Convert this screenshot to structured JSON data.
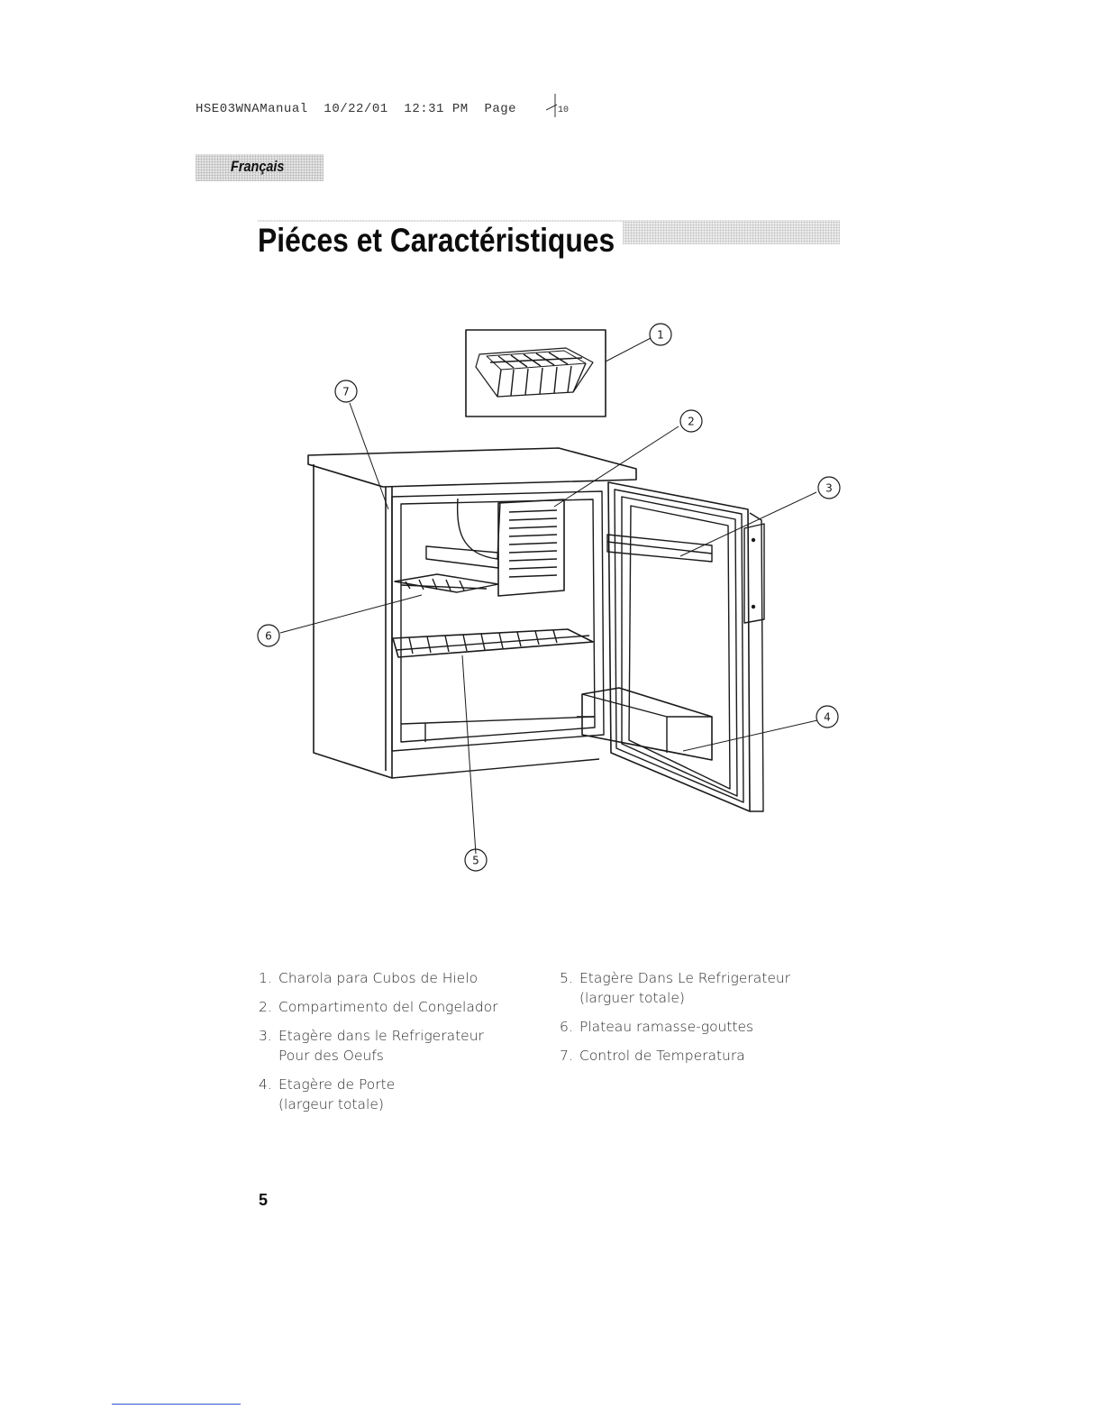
{
  "print_header": "HSE03WNAManual  10/22/01  12:31 PM  Page",
  "print_header_page": "10",
  "language_tab": "Français",
  "page_title": "Piéces et Caractéristiques",
  "callouts": [
    "1",
    "2",
    "3",
    "4",
    "5",
    "6",
    "7"
  ],
  "parts_left": [
    {
      "num": "1.",
      "text": "Charola para Cubos de Hielo",
      "cont": ""
    },
    {
      "num": "2.",
      "text": "Compartimento del Congelador",
      "cont": ""
    },
    {
      "num": "3.",
      "text": "Etagère dans le Refrigerateur",
      "cont": "Pour des Oeufs"
    },
    {
      "num": "4.",
      "text": "Etagère de Porte",
      "cont": "(largeur totale)"
    }
  ],
  "parts_right": [
    {
      "num": "5.",
      "text": "Etagère Dans Le Refrigerateur",
      "cont": "(larguer totale)"
    },
    {
      "num": "6.",
      "text": "Plateau ramasse-gouttes",
      "cont": ""
    },
    {
      "num": "7.",
      "text": "Control de Temperatura",
      "cont": ""
    }
  ],
  "page_number": "5",
  "colors": {
    "footer_rule": "#2a55c9",
    "line_art": "#1a1a1a"
  }
}
